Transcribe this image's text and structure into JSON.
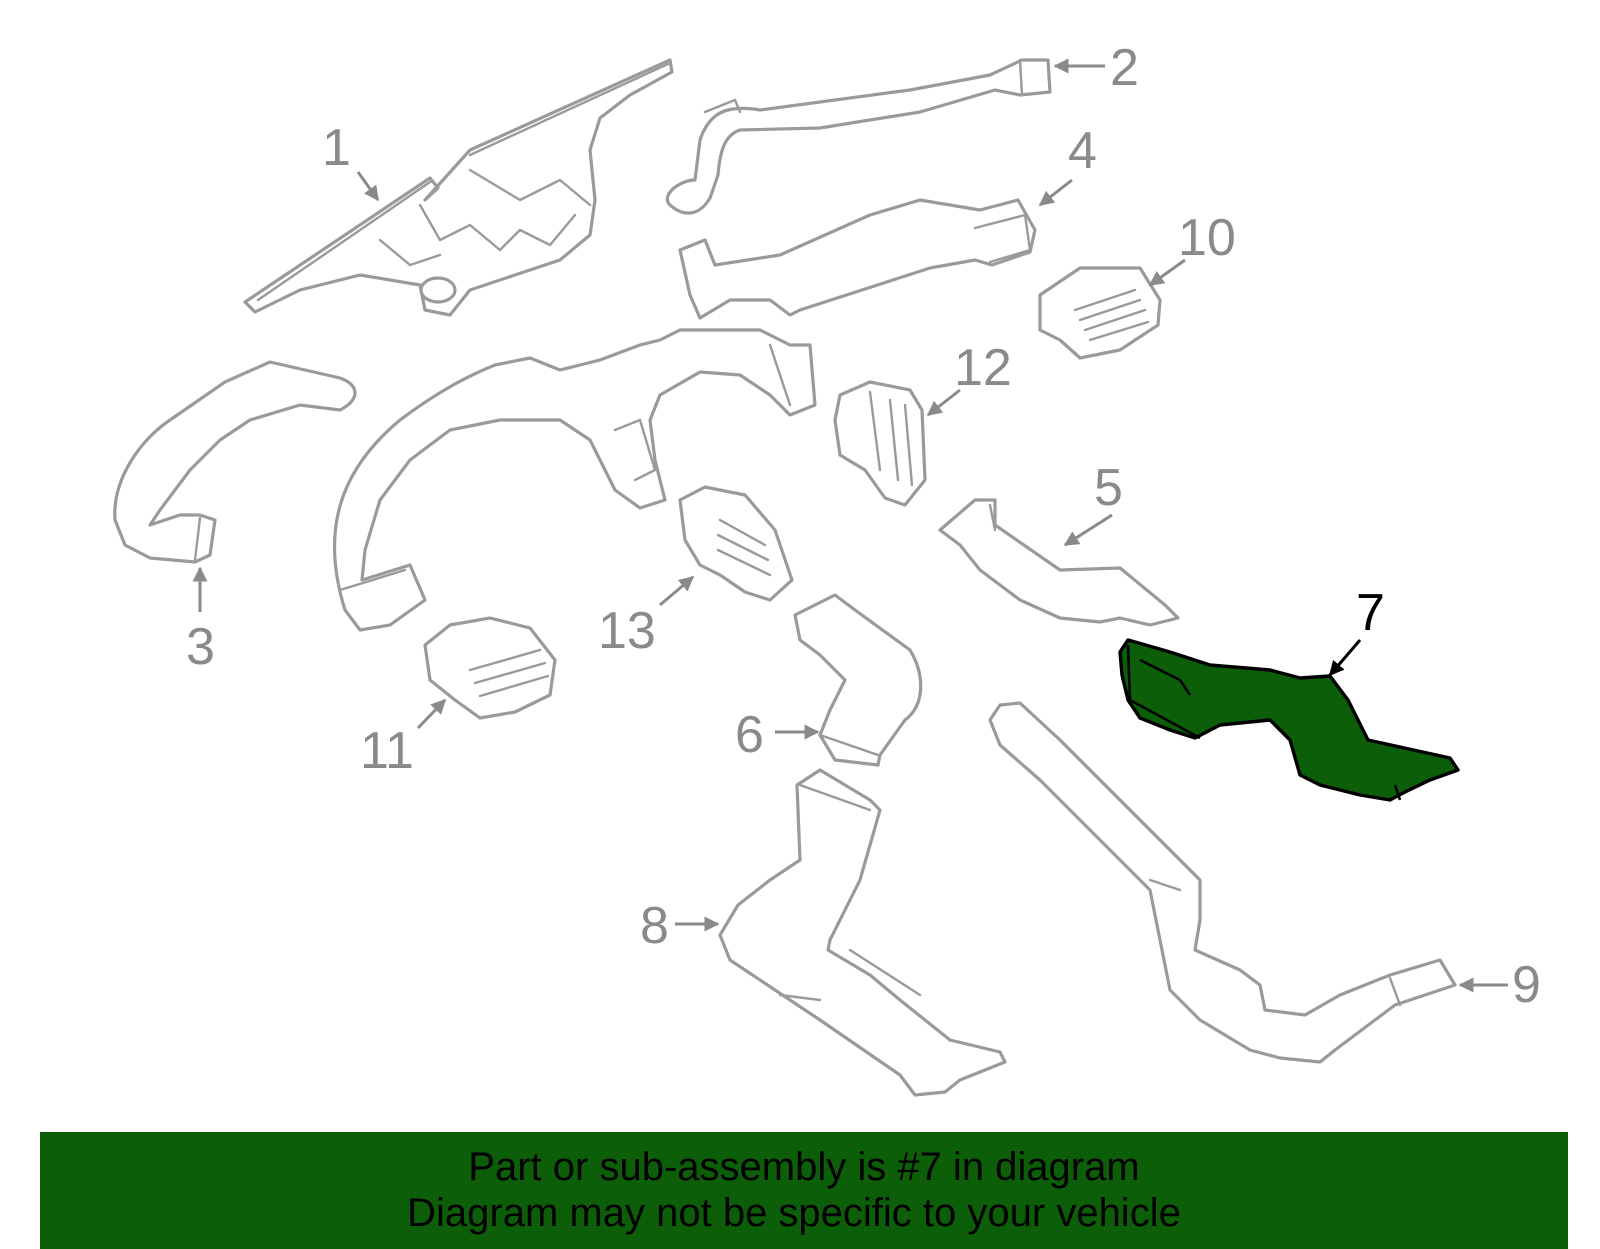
{
  "callouts": [
    "1",
    "2",
    "3",
    "4",
    "5",
    "6",
    "7",
    "8",
    "9",
    "10",
    "11",
    "12",
    "13"
  ],
  "highlighted_part": "7",
  "colors": {
    "highlight": "#0d5e08",
    "outline": "#9a9a9a",
    "label": "#8a8a8a",
    "banner": "#0d5e08",
    "banner_text": "#000000"
  },
  "banner": {
    "line1": "Part or sub-assembly is #7 in diagram",
    "line2": "Diagram may not be specific to your vehicle"
  }
}
